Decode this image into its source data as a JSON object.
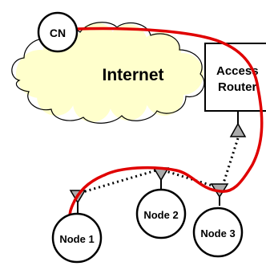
{
  "diagram": {
    "cloud_label": "Internet",
    "correspondent_node": {
      "label": "CN"
    },
    "access_router": {
      "label_line1": "Access",
      "label_line2": "Router"
    },
    "nodes": [
      {
        "label": "Node 1"
      },
      {
        "label": "Node 2"
      },
      {
        "label": "Node 3"
      }
    ],
    "colors": {
      "cloud_fill": "#ffffcc",
      "route": "#e00000",
      "antenna": "#aaaaaa",
      "stroke": "#000000"
    }
  }
}
